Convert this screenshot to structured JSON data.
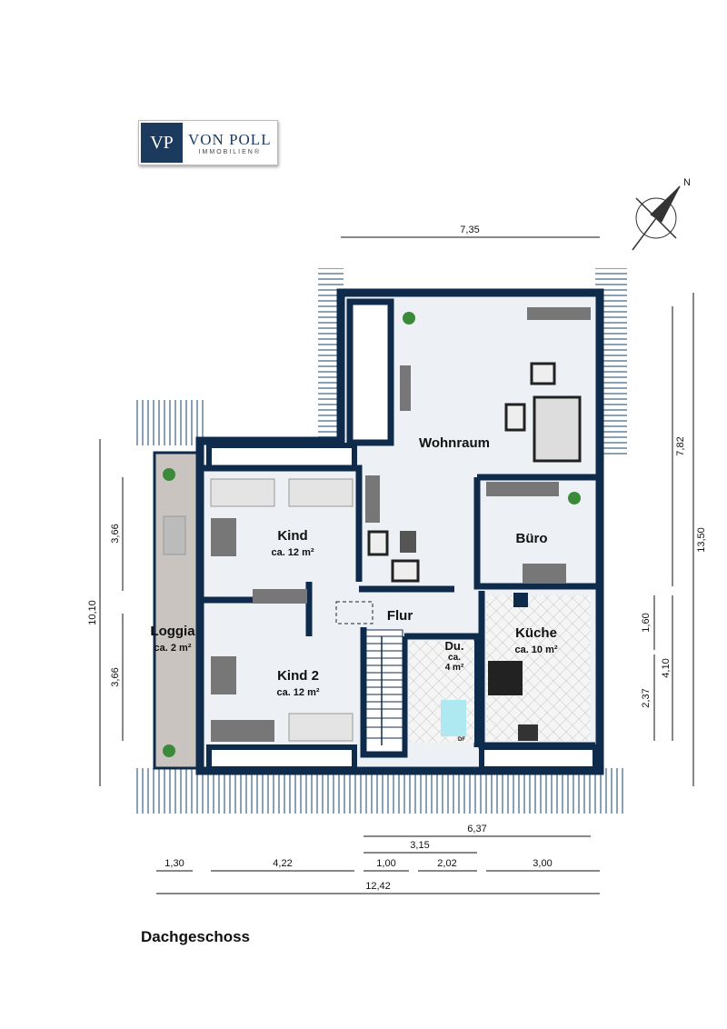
{
  "logo": {
    "mark": "VP",
    "brand": "VON POLL",
    "sub": "IMMOBILIEN®"
  },
  "compass": {
    "label": "N"
  },
  "rooms": {
    "wohnraum": {
      "name": "Wohnraum"
    },
    "kind": {
      "name": "Kind",
      "area": "ca. 12 m²"
    },
    "kind2": {
      "name": "Kind 2",
      "area": "ca. 12 m²"
    },
    "loggia": {
      "name": "Loggia",
      "area": "ca. 2 m²"
    },
    "buero": {
      "name": "Büro"
    },
    "flur": {
      "name": "Flur"
    },
    "du": {
      "name": "Du.",
      "area_l1": "ca.",
      "area_l2": "4 m²",
      "note": "DF"
    },
    "kueche": {
      "name": "Küche",
      "area": "ca. 10 m²"
    }
  },
  "dimensions": {
    "top": "7,35",
    "right_a": "7,82",
    "right_b": "13,50",
    "right_c": "1,60",
    "right_d": "4,10",
    "right_e": "2,37",
    "left_a": "10,10",
    "left_b": "3,66",
    "left_c": "3,66",
    "bottom_a": "6,37",
    "bottom_b": "3,15",
    "bottom_c": "1,30",
    "bottom_d": "4,22",
    "bottom_e": "1,00",
    "bottom_f": "2,02",
    "bottom_g": "3,00",
    "bottom_total": "12,42"
  },
  "floor_title": "Dachgeschoss",
  "colors": {
    "wall": "#0f2b4c",
    "floor": "#edf0f4",
    "loggia": "#c9c4c0"
  }
}
